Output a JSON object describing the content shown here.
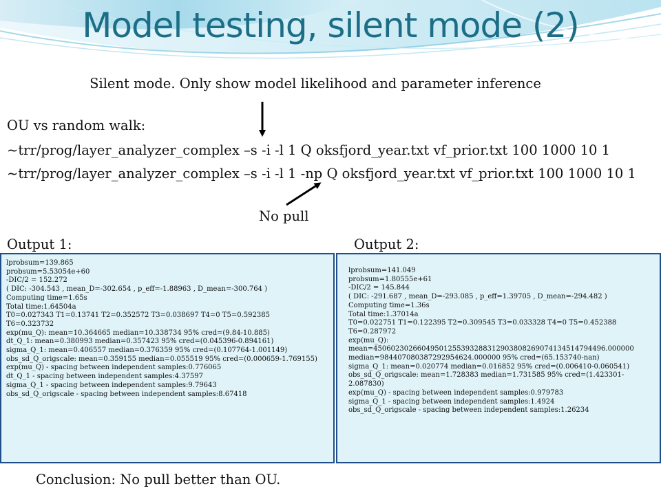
{
  "slide": {
    "title": "Model testing, silent mode (2)",
    "subtitle": "Silent mode. Only show model likelihood and parameter inference",
    "commands": {
      "heading": "OU vs random walk:",
      "cmd1": "~trr/prog/layer_analyzer_complex –s -i -l 1  Q oksfjord_year.txt vf_prior.txt 100 1000 10 1",
      "cmd2": "~trr/prog/layer_analyzer_complex –s -i -l 1 -np Q oksfjord_year.txt vf_prior.txt 100 1000 10 1"
    },
    "no_pull_label": "No pull",
    "output1_label": "Output 1:",
    "output2_label": "Output 2:",
    "output1_lines": [
      "lprobsum=139.865",
      "probsum=5.53054e+60",
      "-DIC/2 = 152.272",
      "( DIC: -304.543 , mean_D=-302.654 , p_eff=-1.88963 , D_mean=-300.764 )",
      "Computing time=1.65s",
      "Total time:1.64504a",
      "T0=0.027343  T1=0.13741  T2=0.352572  T3=0.038697  T4=0  T5=0.592385",
      "T6=0.323732",
      "exp(mu_Q): mean=10.364665  median=10.338734     95% cred=(9.84-10.885)",
      "dt_Q_1: mean=0.380993  median=0.357423     95% cred=(0.045396-0.894161)",
      "sigma_Q_1: mean=0.406557  median=0.376359     95% cred=(0.107764-1.001149)",
      "obs_sd_Q_origscale: mean=0.359155  median=0.055519     95% cred=(0.000659-1.769155)",
      "exp(mu_Q)  - spacing between independent samples:0.776065",
      "dt_Q_1 - spacing between independent samples:4.37597",
      "sigma_Q_1 - spacing between independent samples:9.79643",
      "obs_sd_Q_origscale  - spacing between independent samples:8.67418"
    ],
    "output2_lines": [
      "lprobsum=141.049",
      "probsum=1.80555e+61",
      "-DIC/2 = 145.844",
      "( DIC: -291.687 , mean_D=-293.085 , p_eff=1.39705 , D_mean=-294.482 )",
      "Computing time=1.36s",
      "Total time:1.37014a",
      "T0=0.022751  T1=0.122395  T2=0.309545  T3=0.033328  T4=0  T5=0.452388",
      "T6=0.287972",
      "exp(mu_Q):",
      "mean=45060230266049501255393288312903808269074134514794496.000000",
      "median=984407080387292954624.000000     95% cred=(65.153740-nan)",
      "sigma_Q_1: mean=0.020774  median=0.016852     95% cred=(0.006410-0.060541)",
      "obs_sd_Q_origscale: mean=1.728383  median=1.731585     95% cred=(1.423301-2.087830)",
      "exp(mu_Q)  - spacing between independent samples:0.979783",
      "sigma_Q_1 - spacing between independent samples:1.4924",
      "obs_sd_Q_origscale  - spacing between independent samples:1.26234"
    ],
    "conclusion": "Conclusion: No pull better than OU.",
    "colors": {
      "title": "#1b6e86",
      "box_fill": "#dff3f8",
      "box_border": "#1f4f8a"
    }
  }
}
